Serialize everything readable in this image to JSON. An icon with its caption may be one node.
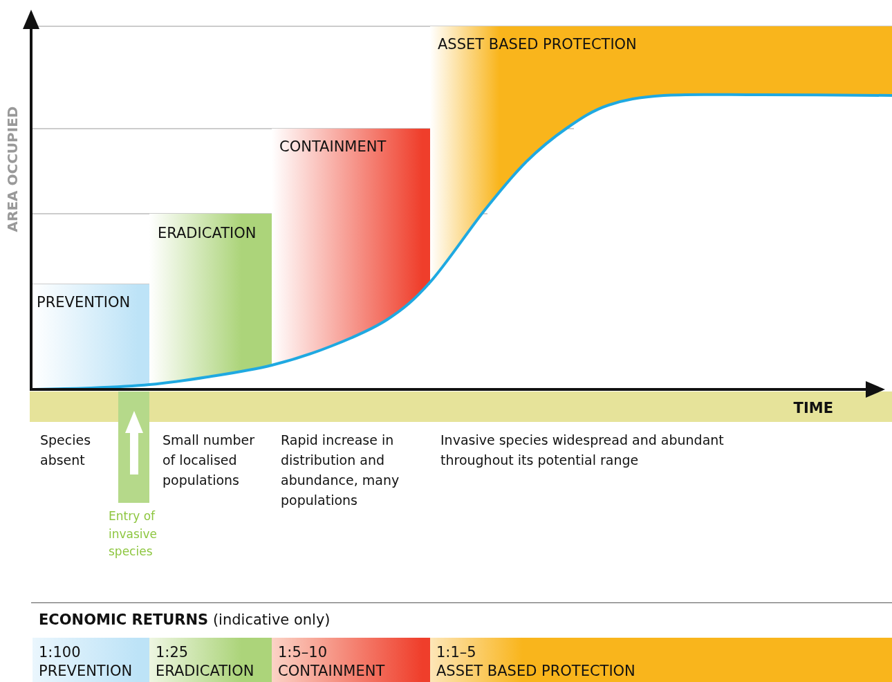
{
  "diagram": {
    "nodes": [
      {
        "text": [
          "PREVENTION"
        ]
      },
      {
        "text": [
          "ERADICATION"
        ]
      },
      {
        "text": [
          "CONTAINMENT"
        ]
      },
      {
        "text": [
          "ASSET BASED PROTECTION"
        ]
      },
      {
        "text": [
          "1:100",
          "PREVENTION"
        ]
      },
      {
        "text": [
          "1:25",
          "ERADICATION"
        ]
      },
      {
        "text": [
          "1:5–10",
          "CONTAINMENT"
        ]
      },
      {
        "text": [
          "1:1–5",
          "ASSET BASED PROTECTION"
        ]
      }
    ],
    "labels": [
      "AREA OCCUPIED",
      "TIME",
      "Species absent",
      "Small number of localised populations",
      "Rapid increase in distribution and abundance, many populations",
      "Invasive species widespread and abundant throughout its potential range",
      "Entry of invasive species",
      "**ECONOMIC RETURNS** (indicative only)"
    ]
  }
}
